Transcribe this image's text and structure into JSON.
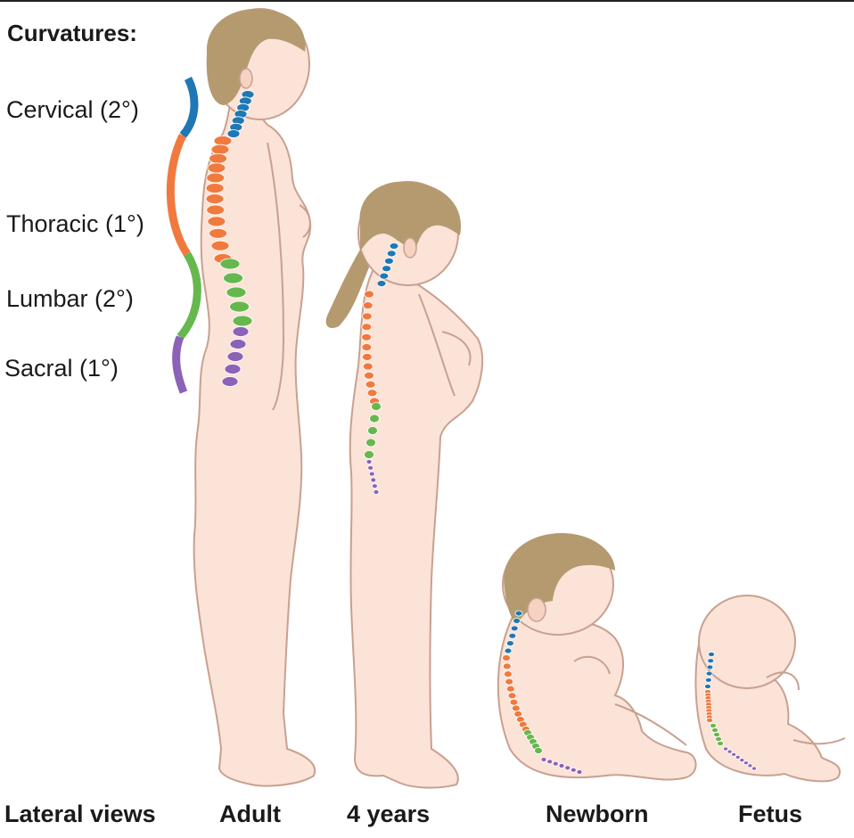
{
  "heading": "Curvatures:",
  "curvatures": [
    {
      "label": "Cervical (2°)",
      "color": "#1f78b4"
    },
    {
      "label": "Thoracic (1°)",
      "color": "#f07a3e"
    },
    {
      "label": "Lumbar (2°)",
      "color": "#66b84e"
    },
    {
      "label": "Sacral (1°)",
      "color": "#8b62b8"
    }
  ],
  "captions": {
    "lateral_views": "Lateral views",
    "adult": "Adult",
    "four_years": "4 years",
    "newborn": "Newborn",
    "fetus": "Fetus"
  },
  "colors": {
    "skin": "#fbe3d8",
    "skin_outline": "#c9a090",
    "hair": "#b59a70",
    "cervical": "#1f78b4",
    "thoracic": "#f07a3e",
    "lumbar": "#66b84e",
    "sacral": "#8b62b8"
  }
}
